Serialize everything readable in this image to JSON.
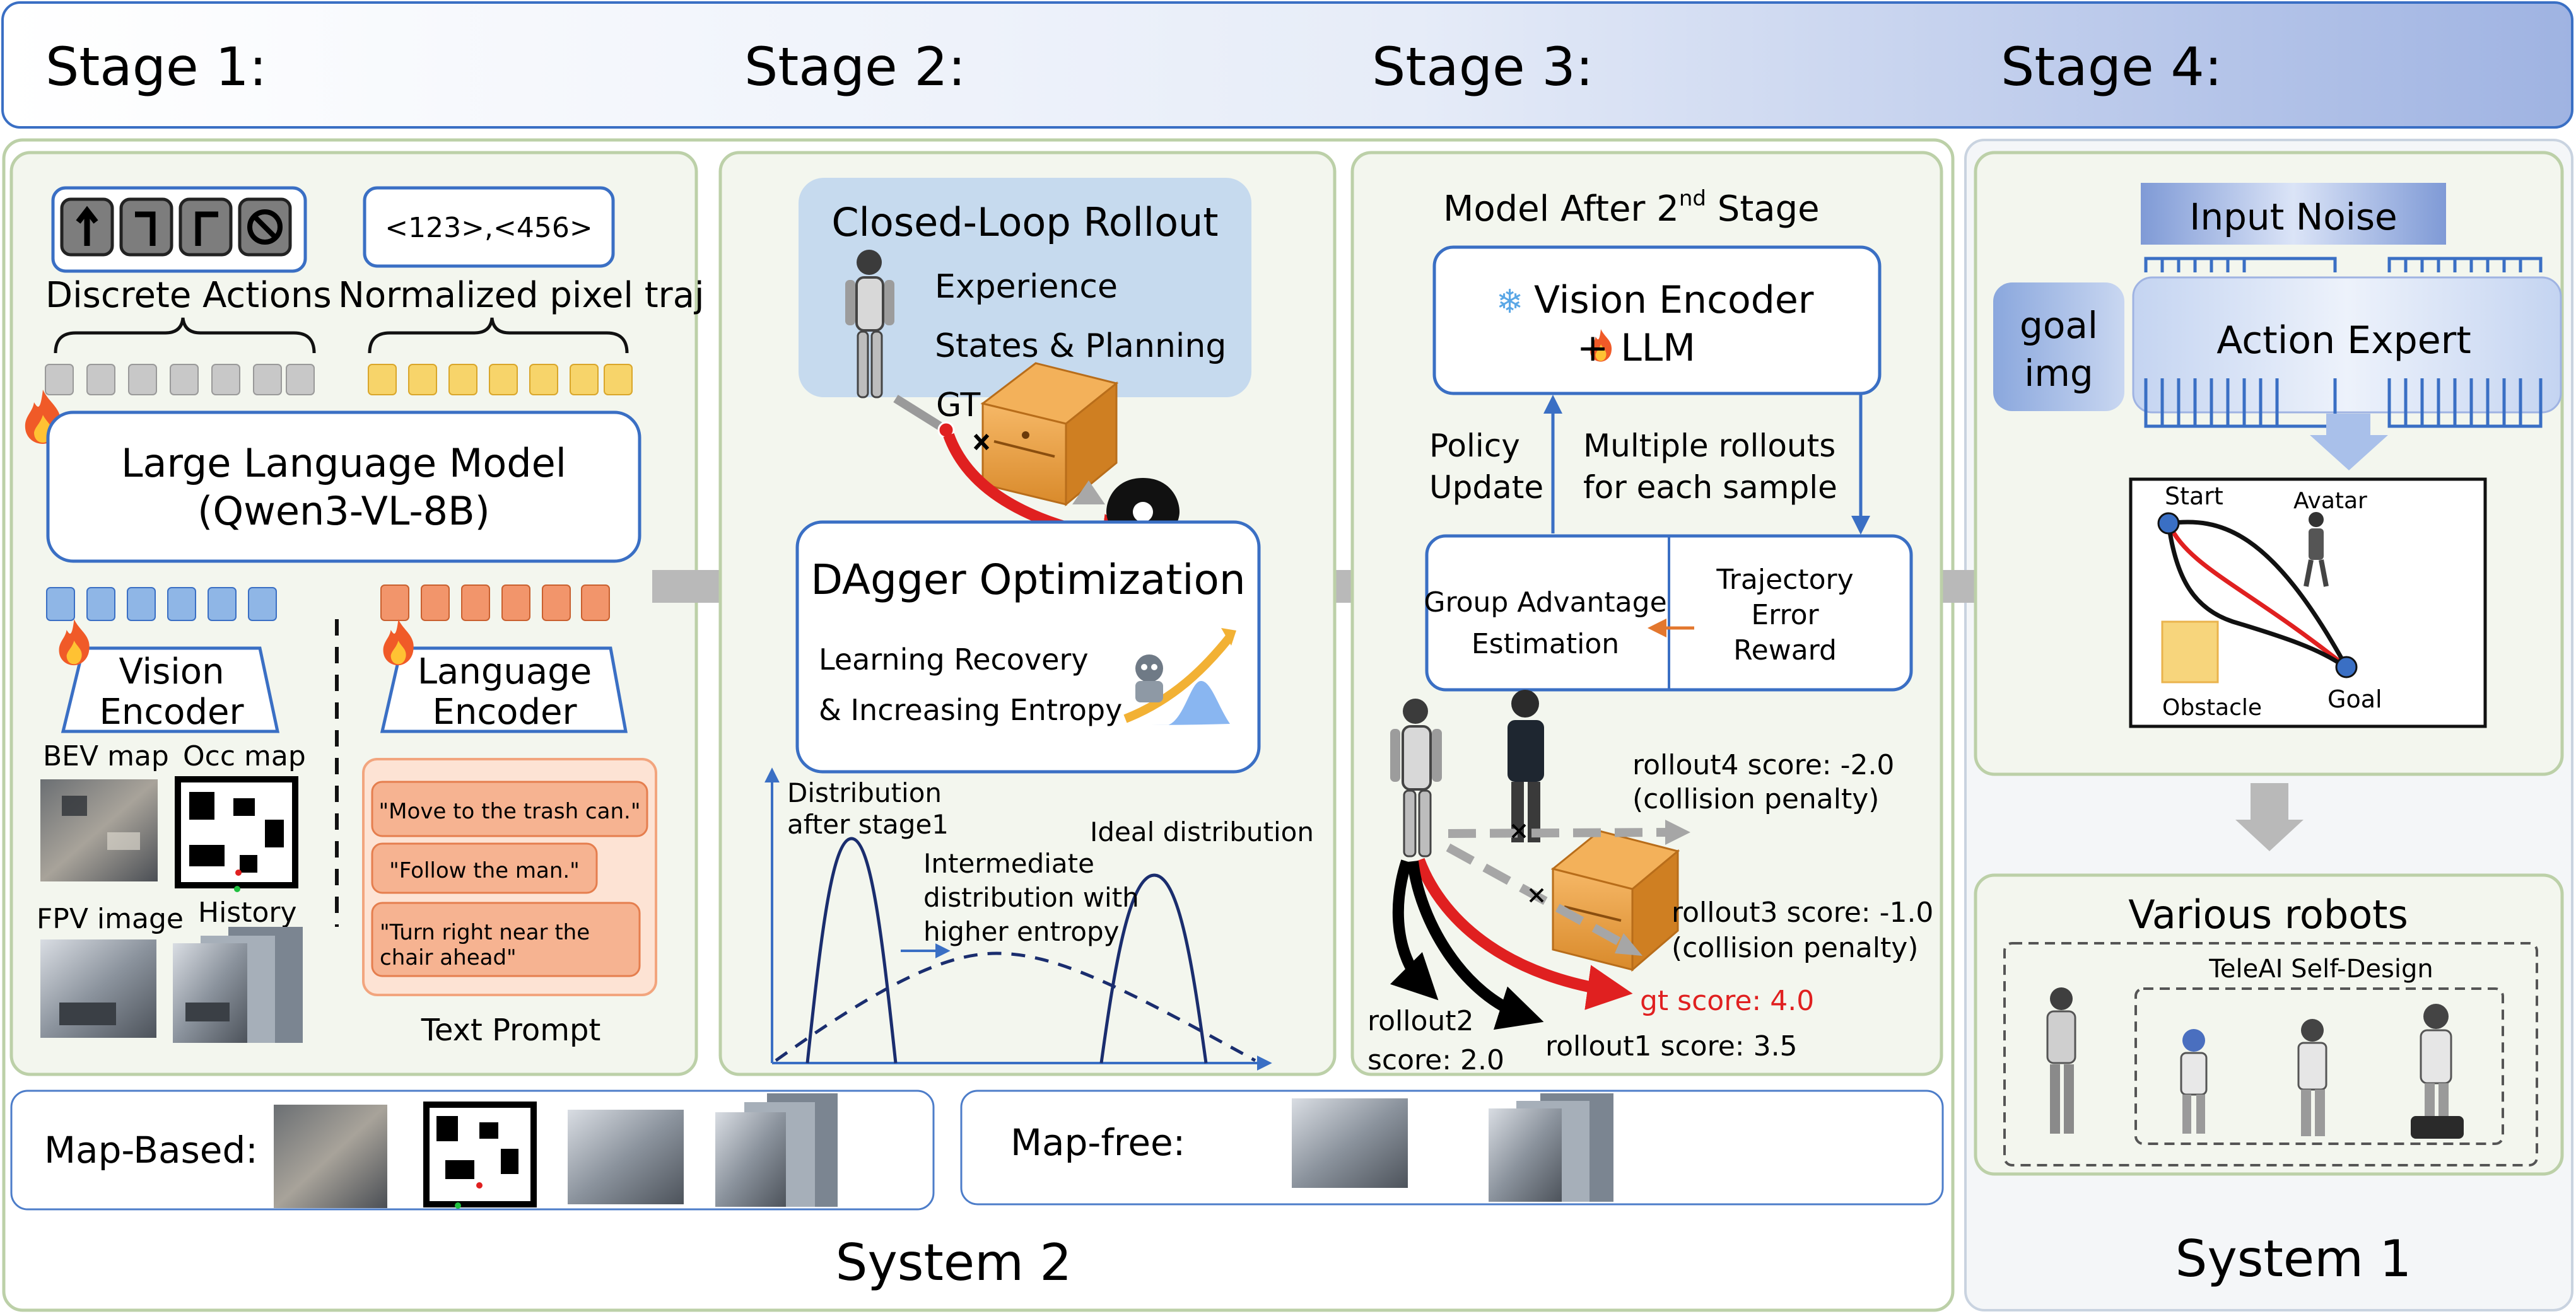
{
  "header": {
    "stage1": "Stage 1:",
    "stage2": "Stage 2:",
    "stage3": "Stage 3:",
    "stage4": "Stage 4:"
  },
  "stage1": {
    "discrete_actions": "Discrete Actions",
    "pixel_traj_box": "<123>,<456>",
    "pixel_traj": "Normalized pixel traj",
    "llm_line1": "Large Language Model",
    "llm_line2": "(Qwen3-VL-8B)",
    "vision_encoder_1": "Vision",
    "vision_encoder_2": "Encoder",
    "language_encoder_1": "Language",
    "language_encoder_2": "Encoder",
    "bev_map": "BEV map",
    "occ_map": "Occ map",
    "fpv_image": "FPV image",
    "history": "History",
    "prompts": [
      "\"Move to the trash can.\"",
      "\"Follow the man.\"",
      "\"Turn right near the",
      "chair ahead\""
    ],
    "text_prompt": "Text Prompt"
  },
  "stage2": {
    "rollout_title": "Closed-Loop Rollout",
    "experience": "Experience",
    "states_planning": "States & Planning",
    "gt": "GT",
    "dagger_title": "DAgger Optimization",
    "learning_recovery": "Learning Recovery",
    "increasing_entropy": "& Increasing Entropy",
    "dist_after_1": "Distribution",
    "dist_after_2": "after stage1",
    "ideal_dist": "Ideal distribution",
    "intermediate_1": "Intermediate",
    "intermediate_2": "distribution with",
    "intermediate_3": "higher entropy"
  },
  "stage3": {
    "title": "Model After 2",
    "title_sup": "nd",
    "title_end": " Stage",
    "vision_encoder": "Vision Encoder",
    "llm": "+ LLM",
    "policy_1": "Policy",
    "policy_2": "Update",
    "multi_1": "Multiple rollouts",
    "multi_2": "for each sample",
    "gae_1": "Group Advantage",
    "gae_2": "Estimation",
    "traj_1": "Trajectory",
    "traj_2": "Error",
    "traj_3": "Reward",
    "r4_1": "rollout4 score: -2.0",
    "r4_2": "(collision penalty)",
    "r3_1": "rollout3 score: -1.0",
    "r3_2": "(collision penalty)",
    "gt_score": "gt score: 4.0",
    "r2_1": "rollout2",
    "r2_2": "score: 2.0",
    "r1": "rollout1 score: 3.5"
  },
  "stage4": {
    "input_noise": "Input Noise",
    "goal_1": "goal",
    "goal_2": "img",
    "action_expert": "Action Expert",
    "start": "Start",
    "avatar": "Avatar",
    "obstacle": "Obstacle",
    "goal": "Goal",
    "various_robots": "Various robots",
    "teleai": "TeleAI Self-Design"
  },
  "bottom": {
    "map_based": "Map-Based:",
    "map_free": "Map-free:",
    "system2": "System 2",
    "system1": "System 1"
  },
  "colors": {
    "panel_border": "#bcd0a8",
    "blue_border": "#3a6fc4",
    "token_gray": "#c8c8c8",
    "token_yellow": "#f7d46a",
    "token_blue": "#8fb6e6",
    "token_orange": "#f2956b",
    "prompt_fill": "#f6b391",
    "red_traj": "#e02020"
  }
}
